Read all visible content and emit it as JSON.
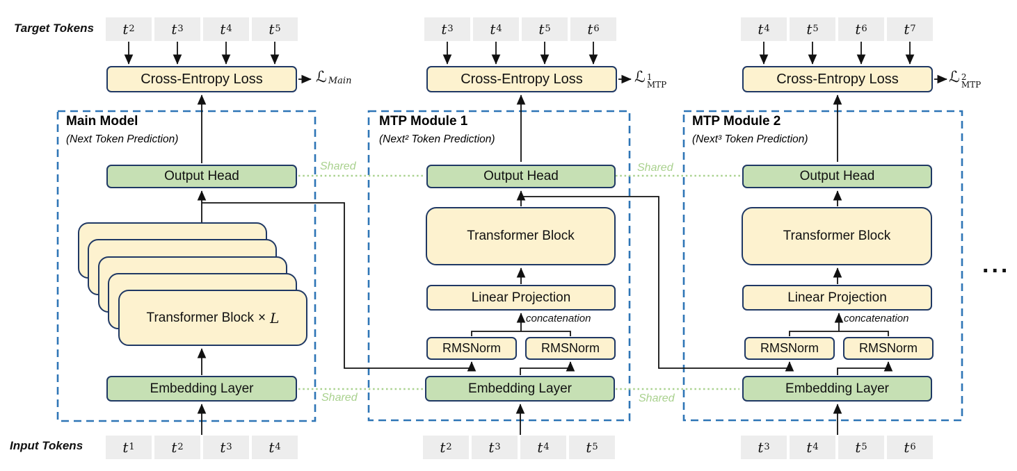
{
  "colors": {
    "box_border": "#1f3864",
    "cream_fill": "#fdf2cf",
    "green_fill": "#c6e0b4",
    "token_fill": "#ededed",
    "module_dashed_border": "#2e75b6",
    "shared_green": "#a9d18e",
    "line_black": "#111111"
  },
  "labels": {
    "target_tokens": "Target Tokens",
    "input_tokens": "Input Tokens",
    "shared": "Shared",
    "ellipsis": "..."
  },
  "modules": {
    "main": {
      "title": "Main Model",
      "subtitle": "(Next Token Prediction)",
      "cross_entropy": "Cross-Entropy Loss",
      "loss": {
        "script": "ℒ",
        "sup": "",
        "sub": "Main"
      },
      "output_head": "Output Head",
      "transformer_stack": {
        "label": "Transformer Block",
        "times": "×",
        "var": "L"
      },
      "embedding": "Embedding Layer",
      "target_tokens": [
        {
          "var": "t",
          "sub": "2"
        },
        {
          "var": "t",
          "sub": "3"
        },
        {
          "var": "t",
          "sub": "4"
        },
        {
          "var": "t",
          "sub": "5"
        }
      ],
      "input_tokens": [
        {
          "var": "t",
          "sub": "1"
        },
        {
          "var": "t",
          "sub": "2"
        },
        {
          "var": "t",
          "sub": "3"
        },
        {
          "var": "t",
          "sub": "4"
        }
      ]
    },
    "mtp1": {
      "title": "MTP Module 1",
      "subtitle": "(Next² Token Prediction)",
      "cross_entropy": "Cross-Entropy Loss",
      "loss": {
        "script": "ℒ",
        "sup": "1",
        "sub": "MTP"
      },
      "output_head": "Output Head",
      "transformer_block": "Transformer Block",
      "linear_projection": "Linear Projection",
      "rmsnorm_left": "RMSNorm",
      "rmsnorm_right": "RMSNorm",
      "concatenation": "concatenation",
      "embedding": "Embedding Layer",
      "target_tokens": [
        {
          "var": "t",
          "sub": "3"
        },
        {
          "var": "t",
          "sub": "4"
        },
        {
          "var": "t",
          "sub": "5"
        },
        {
          "var": "t",
          "sub": "6"
        }
      ],
      "input_tokens": [
        {
          "var": "t",
          "sub": "2"
        },
        {
          "var": "t",
          "sub": "3"
        },
        {
          "var": "t",
          "sub": "4"
        },
        {
          "var": "t",
          "sub": "5"
        }
      ]
    },
    "mtp2": {
      "title": "MTP Module 2",
      "subtitle": "(Next³ Token Prediction)",
      "cross_entropy": "Cross-Entropy Loss",
      "loss": {
        "script": "ℒ",
        "sup": "2",
        "sub": "MTP"
      },
      "output_head": "Output Head",
      "transformer_block": "Transformer Block",
      "linear_projection": "Linear Projection",
      "rmsnorm_left": "RMSNorm",
      "rmsnorm_right": "RMSNorm",
      "concatenation": "concatenation",
      "embedding": "Embedding Layer",
      "target_tokens": [
        {
          "var": "t",
          "sub": "4"
        },
        {
          "var": "t",
          "sub": "5"
        },
        {
          "var": "t",
          "sub": "6"
        },
        {
          "var": "t",
          "sub": "7"
        }
      ],
      "input_tokens": [
        {
          "var": "t",
          "sub": "3"
        },
        {
          "var": "t",
          "sub": "4"
        },
        {
          "var": "t",
          "sub": "5"
        },
        {
          "var": "t",
          "sub": "6"
        }
      ]
    }
  }
}
